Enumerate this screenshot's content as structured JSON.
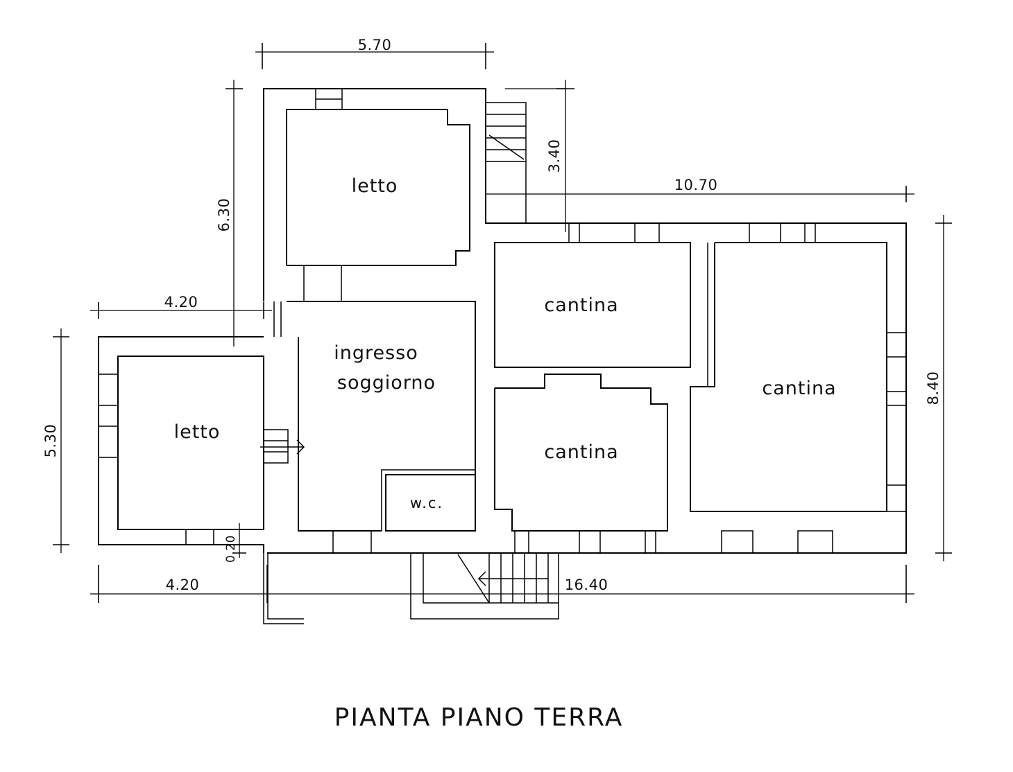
{
  "title": "PIANTA PIANO TERRA",
  "rooms": {
    "letto_top": "letto",
    "letto_left": "letto",
    "ingresso_line1": "ingresso",
    "ingresso_line2": "soggiorno",
    "wc": "w.c.",
    "cantina_top": "cantina",
    "cantina_middle": "cantina",
    "cantina_right": "cantina"
  },
  "dimensions": {
    "top_width": "5.70",
    "top_height": "6.30",
    "stair_height": "3.40",
    "right_width": "10.70",
    "right_height": "8.40",
    "left_width_top": "4.20",
    "left_height": "5.30",
    "left_width_bottom": "4.20",
    "total_width": "16.40",
    "wall_step": "0.20"
  }
}
